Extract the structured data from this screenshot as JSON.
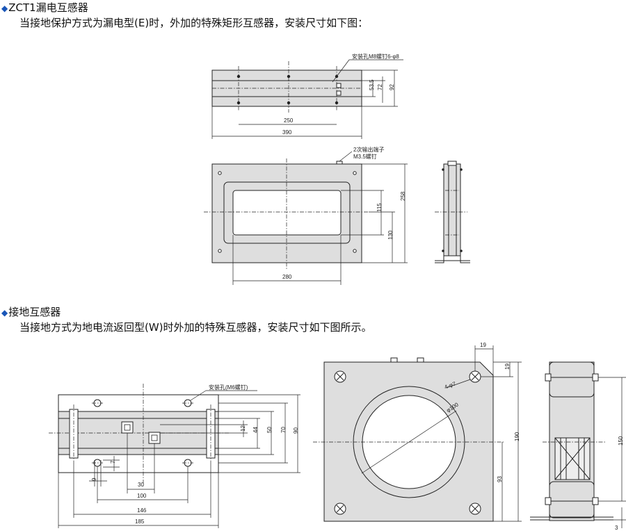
{
  "section1": {
    "marker": "◆",
    "title": "ZCT1漏电互感器",
    "description": "当接地保护方式为漏电型(E)时，外加的特殊矩形互感器，安装尺寸如下图：",
    "labels": {
      "mount_hole": "安装孔M8螺钉6-φ8",
      "terminal_line1": "2次输出端子",
      "terminal_line2": "M3.5螺钉",
      "dim_53_5": "53.5",
      "dim_72": "72",
      "dim_92": "92",
      "dim_250": "250",
      "dim_390": "390",
      "dim_115": "115",
      "dim_130": "130",
      "dim_258": "258",
      "dim_280": "280"
    }
  },
  "section2": {
    "marker": "◆",
    "title": "接地互感器",
    "description": "当接地方式为地电流返回型(W)时外加的特殊互感器，安装尺寸如下图所示。",
    "labels": {
      "mount_hole": "安装孔(M6螺钉)",
      "dim_12": "12",
      "dim_44": "44",
      "dim_50": "50",
      "dim_70": "70",
      "dim_90": "90",
      "dim_7": "7",
      "dim_9": "9",
      "dim_30": "30",
      "dim_100": "100",
      "dim_146": "146",
      "dim_185": "185",
      "dim_19_top": "19",
      "dim_19_side": "19",
      "holes": "4-φ7",
      "bore": "φ100",
      "dim_190": "190",
      "dim_93": "93",
      "dim_150": "150",
      "dim_3": "3"
    }
  }
}
